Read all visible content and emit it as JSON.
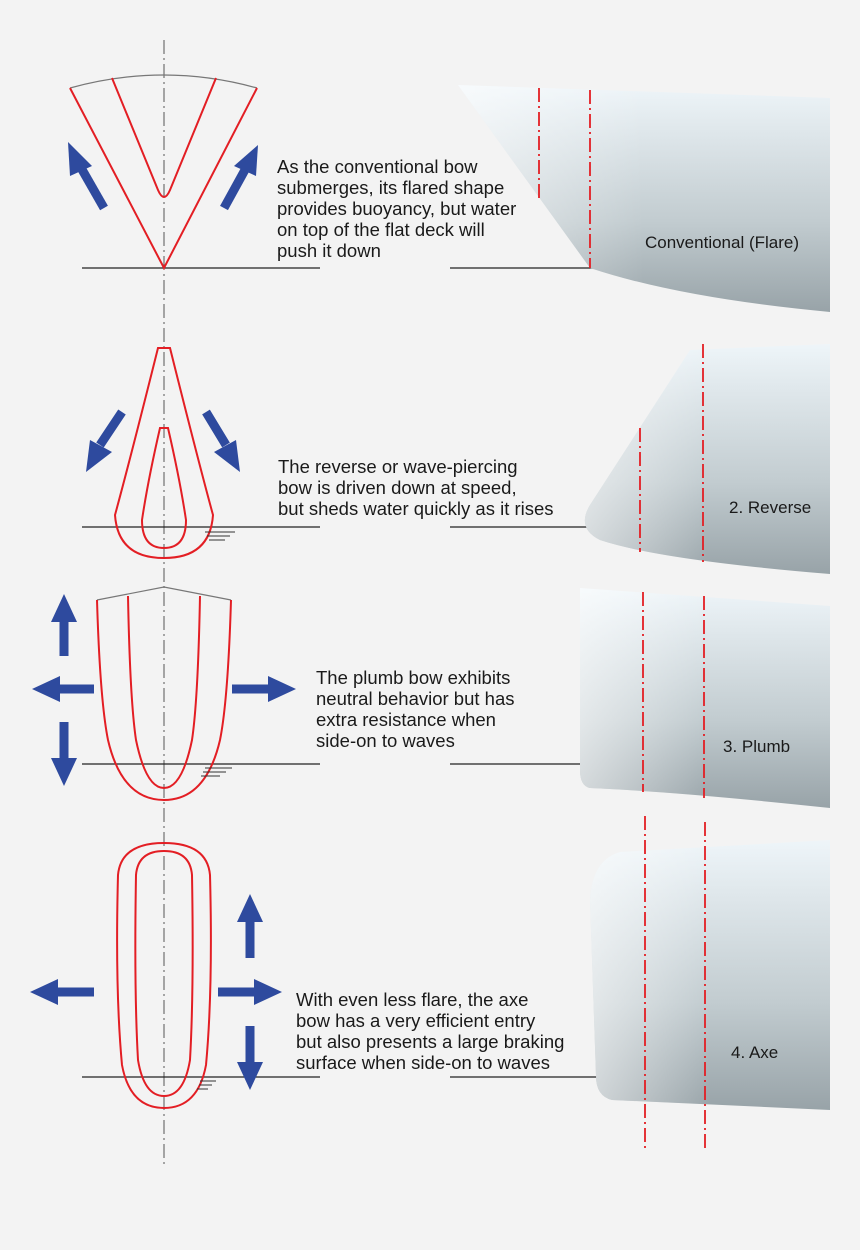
{
  "colors": {
    "background": "#f3f3f3",
    "section_line": "#e31e24",
    "arrow": "#2e4a9e",
    "waterline": "#222222",
    "hull_light": "#eaf3f8",
    "hull_dark": "#9aa4a9",
    "guide": "#555555"
  },
  "icons": {
    "arrow": "arrow-icon"
  },
  "sections": [
    {
      "id": "conventional",
      "description": "As the conventional bow\nsubmerges, its flared shape\nprovides buoyancy, but water\non top of the flat deck will\npush it down",
      "label": "Conventional (Flare)"
    },
    {
      "id": "reverse",
      "description": "The reverse or wave-piercing\nbow is driven down at speed,\nbut sheds water quickly as it rises",
      "label": "2. Reverse"
    },
    {
      "id": "plumb",
      "description": "The plumb bow exhibits\nneutral behavior but has\nextra resistance when\nside-on to waves",
      "label": "3. Plumb"
    },
    {
      "id": "axe",
      "description": "With even less flare, the axe\nbow has a very efficient entry\nbut also presents a large braking\nsurface when side-on to waves",
      "label": "4. Axe"
    }
  ]
}
